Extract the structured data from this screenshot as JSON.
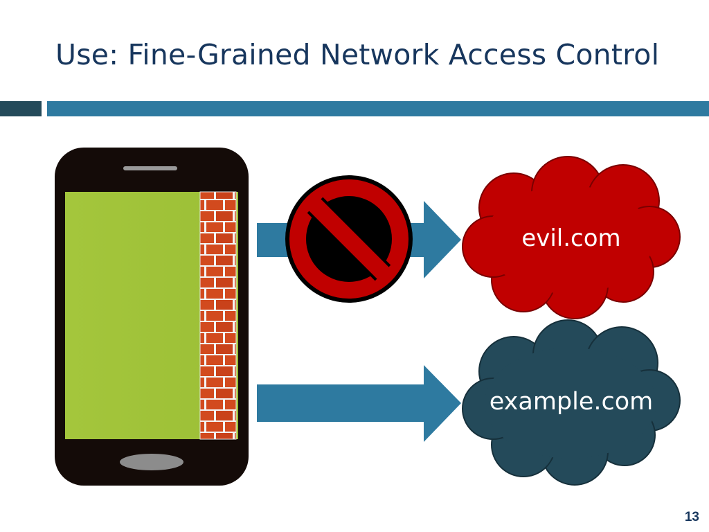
{
  "slide": {
    "title": "Use: Fine-Grained Network Access Control",
    "page_number": "13"
  },
  "clouds": {
    "blocked": {
      "label": "evil.com",
      "color": "#c00000"
    },
    "allowed": {
      "label": "example.com",
      "color": "#244a5a"
    }
  },
  "icons": {
    "phone": "smartphone-icon",
    "firewall": "brick-wall-icon",
    "blocked_sign": "prohibition-icon",
    "arrow": "right-arrow-icon"
  },
  "colors": {
    "title": "#17365d",
    "accent_bar": "#2e7aa0",
    "accent_bar_dark": "#244a5a",
    "arrow": "#2e7aa0",
    "phone_body": "#140b08",
    "phone_screen": "#a1c43a",
    "brick": "#d24a1e",
    "prohibition": "#c00000"
  }
}
